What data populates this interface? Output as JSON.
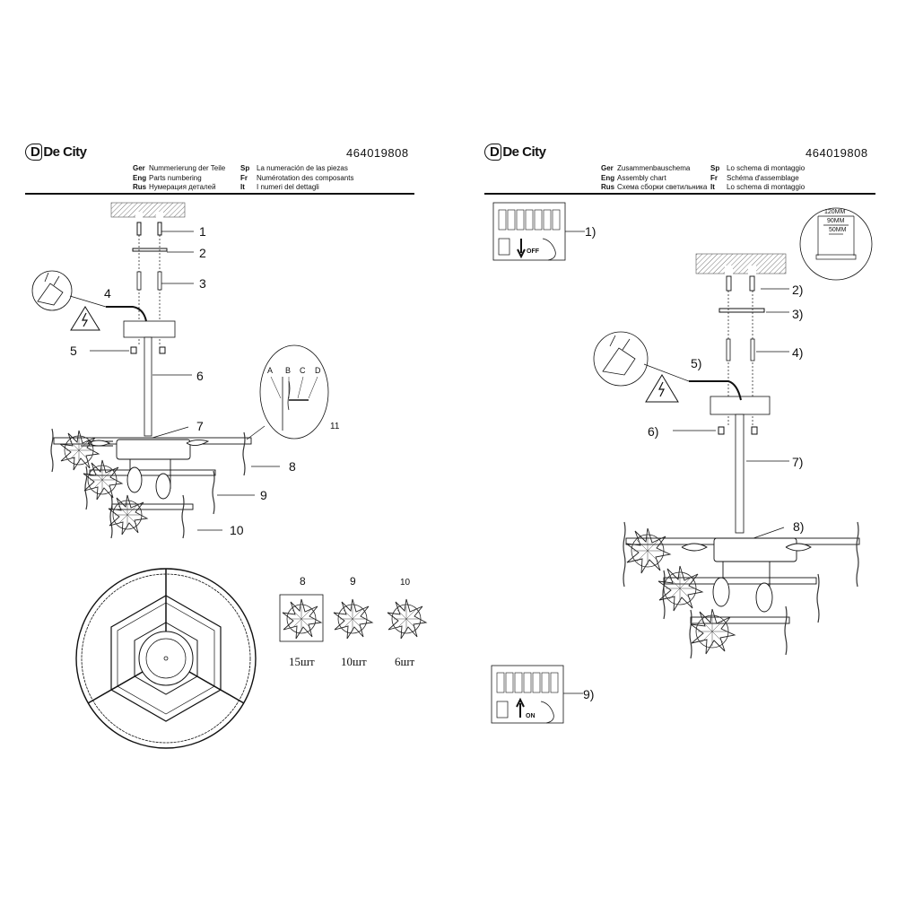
{
  "left": {
    "brand": "De City",
    "doc_number": "464019808",
    "header": [
      {
        "lang": "Ger",
        "text": "Nummerierung der Teile"
      },
      {
        "lang": "Eng",
        "text": "Parts numbering"
      },
      {
        "lang": "Rus",
        "text": "Нумерация деталей"
      },
      {
        "lang": "Sp",
        "text": "La numeración de las piezas"
      },
      {
        "lang": "Fr",
        "text": "Numérotation des composants"
      },
      {
        "lang": "It",
        "text": "I numeri del dettagli"
      }
    ],
    "callouts": [
      "1",
      "2",
      "3",
      "4",
      "5",
      "6",
      "7",
      "8",
      "9",
      "10",
      "11"
    ],
    "detail_letters": [
      "A",
      "B",
      "C",
      "D"
    ],
    "crystal_sets": [
      {
        "number": "8",
        "qty": "15шт"
      },
      {
        "number": "9",
        "qty": "10шт"
      },
      {
        "number": "10",
        "qty": "6шт"
      }
    ]
  },
  "right": {
    "brand": "De City",
    "doc_number": "464019808",
    "header": [
      {
        "lang": "Ger",
        "text": "Zusammenbauschema"
      },
      {
        "lang": "Eng",
        "text": "Assembly chart"
      },
      {
        "lang": "Rus",
        "text": "Схема сборки светильника"
      },
      {
        "lang": "Sp",
        "text": "Lo schema di montaggio"
      },
      {
        "lang": "Fr",
        "text": "Schéma d'assemblage"
      },
      {
        "lang": "It",
        "text": "Lo schema di montaggio"
      }
    ],
    "steps": [
      "1)",
      "2)",
      "3)",
      "4)",
      "5)",
      "6)",
      "7)",
      "8)",
      "9)"
    ],
    "switch_off": "OFF",
    "switch_on": "ON",
    "dimensions": [
      "120MM",
      "90MM",
      "50MM"
    ]
  }
}
